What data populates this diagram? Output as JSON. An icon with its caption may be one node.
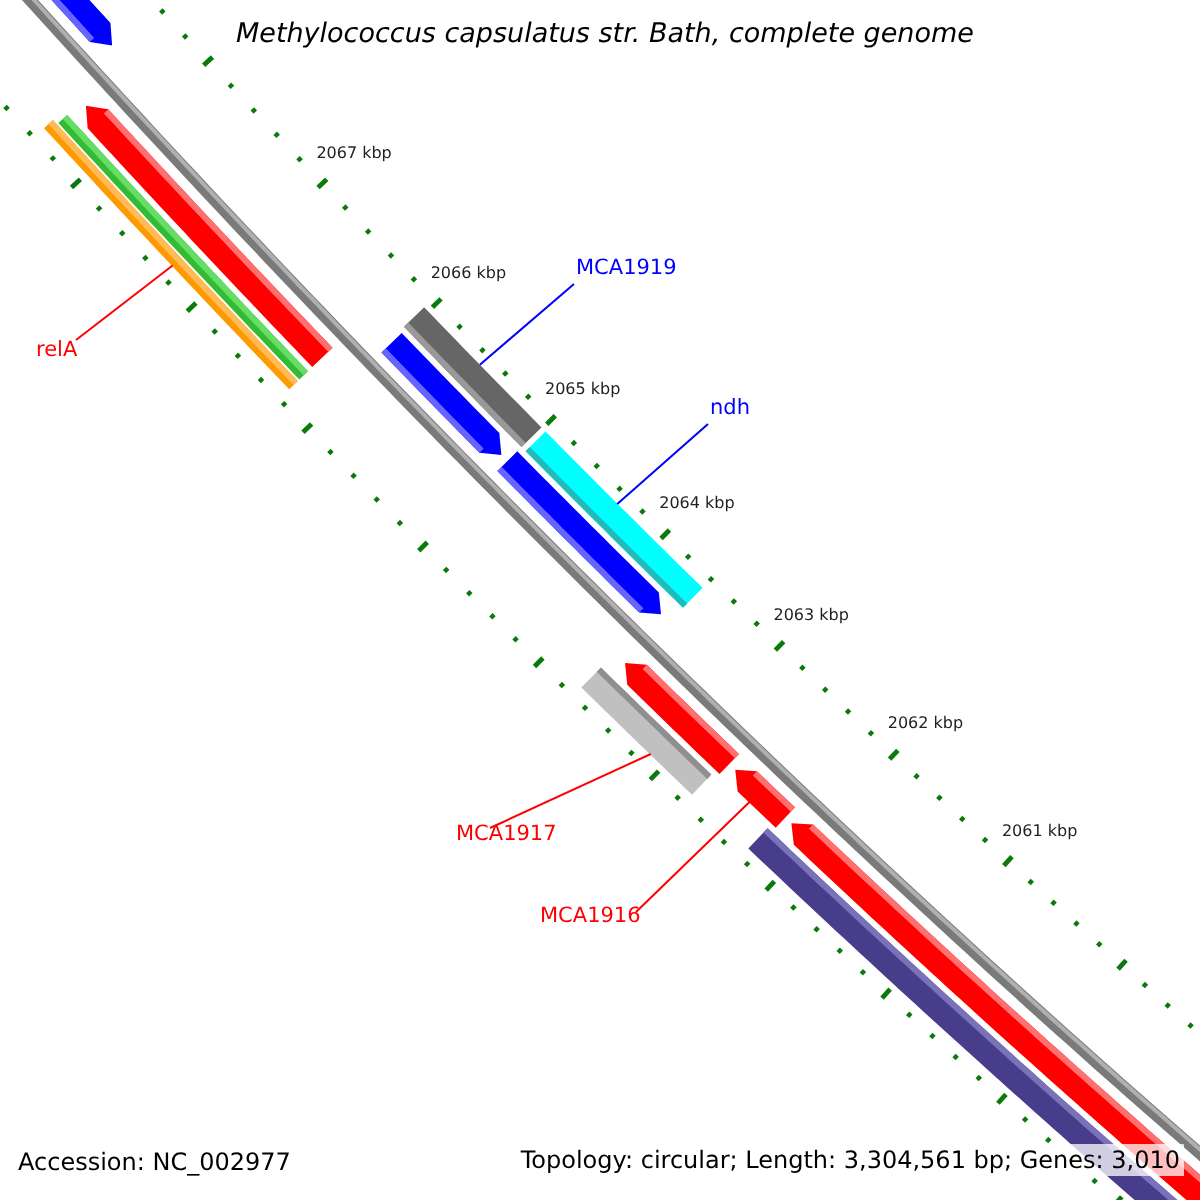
{
  "diagram": {
    "title": "Methylococcus capsulatus str. Bath, complete genome",
    "nodes": [
      {
        "text": [
          "relA"
        ]
      },
      {
        "text": [
          "MCA1919"
        ]
      },
      {
        "text": [
          "ndh"
        ]
      },
      {
        "text": [
          "MCA1917"
        ]
      },
      {
        "text": [
          "MCA1916"
        ]
      },
      {
        "text": [],
        "shape": "bar"
      },
      {
        "text": [],
        "shape": "bar"
      },
      {
        "text": [],
        "shape": "bar"
      },
      {
        "text": [],
        "shape": "bar"
      },
      {
        "text": [],
        "shape": "arrow"
      }
    ],
    "edges": [
      {
        "from": 0,
        "to": 5,
        "arrow": "none"
      },
      {
        "from": 1,
        "to": 6,
        "arrow": "none",
        "color": "#0000ff"
      },
      {
        "from": 2,
        "to": 7,
        "arrow": "none",
        "color": "#0000ff"
      },
      {
        "from": 3,
        "to": 8,
        "arrow": "none"
      },
      {
        "from": 4,
        "to": 9,
        "arrow": "none"
      }
    ],
    "labels": [
      "2067 kbp",
      "2066 kbp",
      "2065 kbp",
      "2064 kbp",
      "2063 kbp",
      "2062 kbp",
      "2061 kbp",
      "Accession: NC_002977",
      "Topology: circular; Length: 3,304,561 bp; Genes: 3,010"
    ]
  }
}
